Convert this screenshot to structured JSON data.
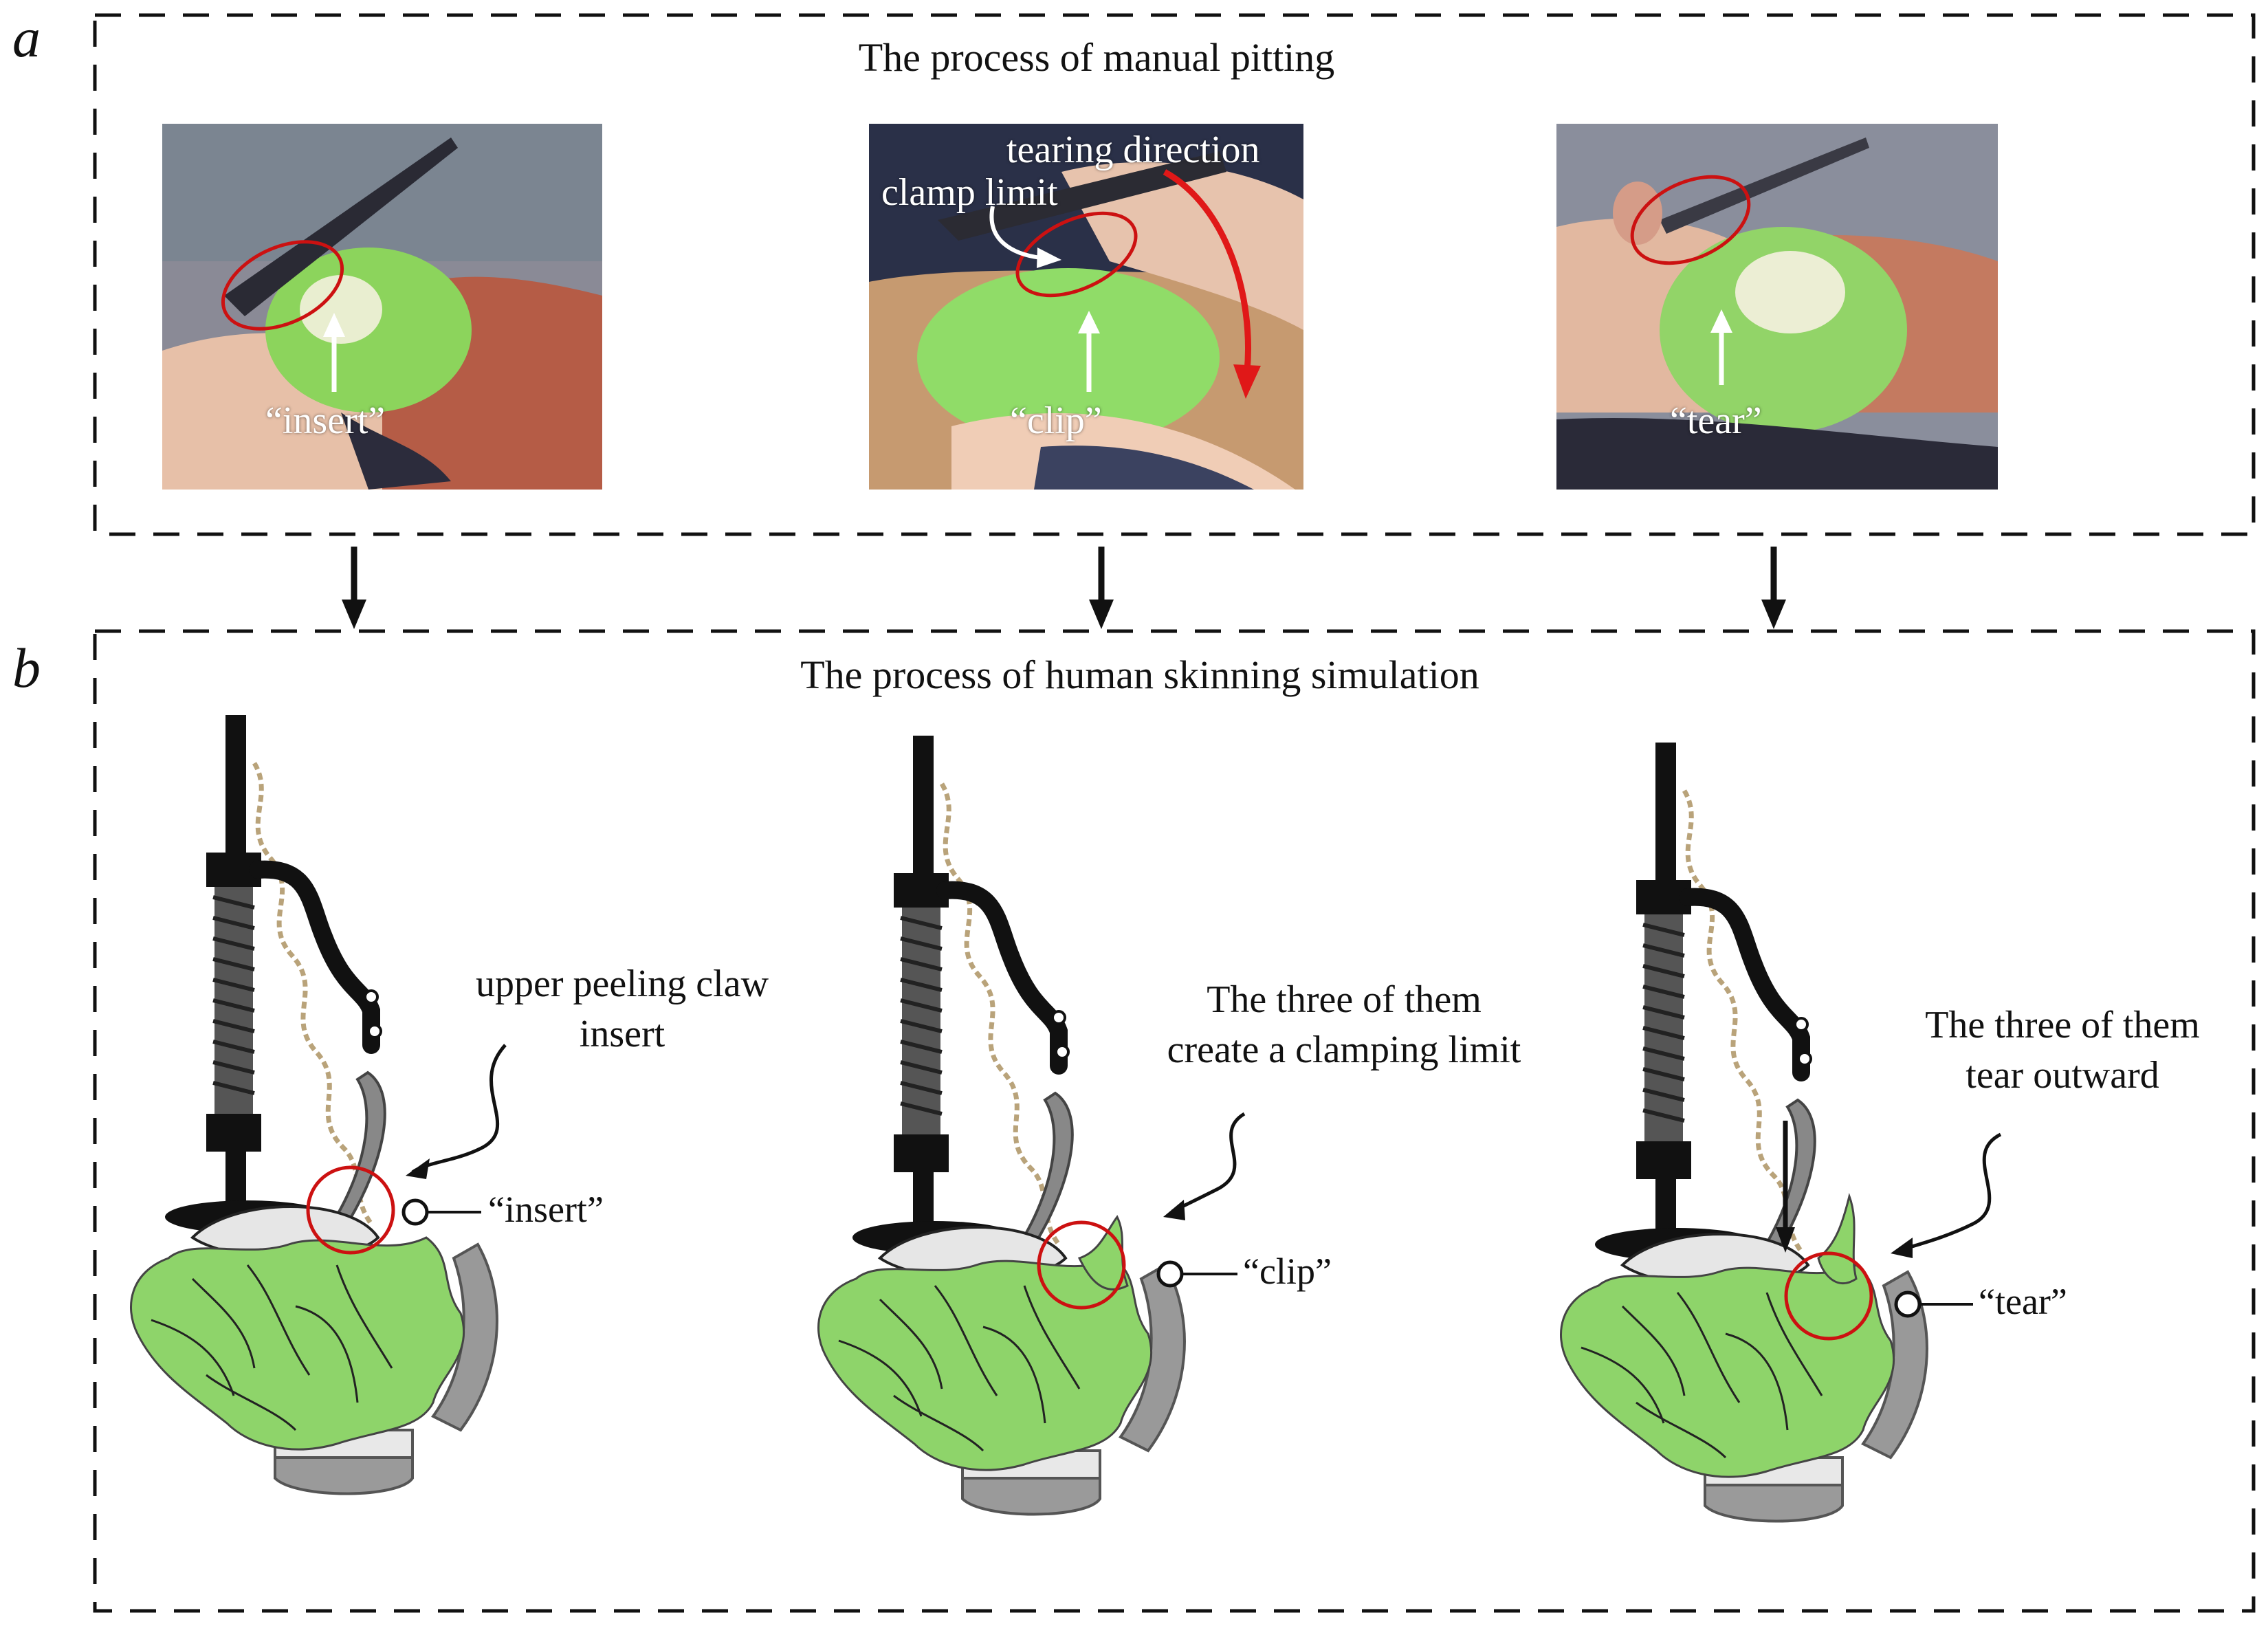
{
  "panel_a": {
    "letter": "a",
    "title": "The process of manual pitting",
    "photos": [
      {
        "label": "“insert”"
      },
      {
        "label": "“clip”",
        "clamp_label": "clamp limit",
        "tearing_label": "tearing direction"
      },
      {
        "label": "“tear”"
      }
    ]
  },
  "panel_b": {
    "letter": "b",
    "title": "The process of human skinning simulation",
    "steps": [
      {
        "annotation_line1": "upper peeling claw",
        "annotation_line2": "insert",
        "callout": "“insert”"
      },
      {
        "annotation_line1": "The three of them",
        "annotation_line2": "create a clamping limit",
        "callout": "“clip”"
      },
      {
        "annotation_line1": "The three of them",
        "annotation_line2": "tear outward",
        "callout": "“tear”"
      }
    ]
  },
  "colors": {
    "pepper_green": "#8ed46a",
    "highlight_red": "#cc1111",
    "arrow_red": "#e01818",
    "frame_dash": "#111111"
  }
}
